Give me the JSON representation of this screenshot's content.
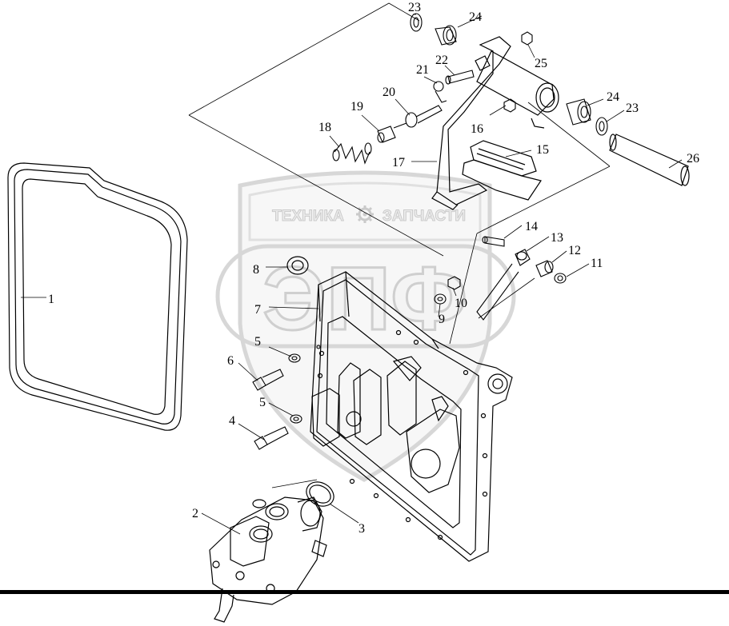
{
  "watermark": {
    "line1_left": "ТЕХНИКА",
    "line1_right": "ЗАПЧАСТИ",
    "logo": "ЭПФ",
    "gear_icon": "gear-icon"
  },
  "callouts": {
    "c1": "1",
    "c2": "2",
    "c3": "3",
    "c4": "4",
    "c5a": "5",
    "c5b": "5",
    "c6": "6",
    "c7": "7",
    "c8": "8",
    "c9": "9",
    "c10": "10",
    "c11": "11",
    "c12": "12",
    "c13": "13",
    "c14": "14",
    "c15": "15",
    "c16": "16",
    "c17": "17",
    "c18": "18",
    "c19": "19",
    "c20": "20",
    "c21": "21",
    "c22": "22",
    "c23a": "23",
    "c23b": "23",
    "c24a": "24",
    "c24b": "24",
    "c25": "25",
    "c26": "26"
  },
  "colors": {
    "line": "#000000",
    "watermark": "#b8b8b8",
    "watermark_fill": "#e6e6e6"
  }
}
